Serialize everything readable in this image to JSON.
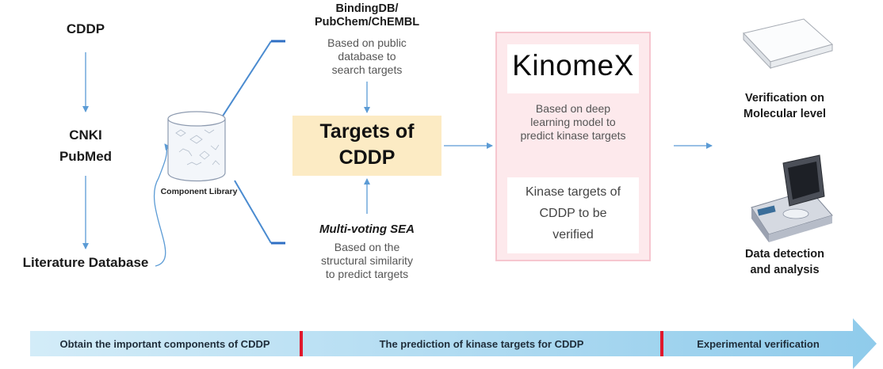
{
  "sources": {
    "cddp": "CDDP",
    "cnki": "CNKI",
    "pubmed": "PubMed",
    "literature_db": "Literature Database"
  },
  "component_library": "Component Library",
  "db_search": {
    "title_line1": "BindingDB/",
    "title_line2": "PubChem/ChEMBL",
    "desc_line1": "Based on public",
    "desc_line2": "database to",
    "desc_line3": "search targets"
  },
  "targets": {
    "line1": "Targets of",
    "line2": "CDDP"
  },
  "sea": {
    "title": "Multi-voting SEA",
    "desc_line1": "Based on the",
    "desc_line2": "structural similarity",
    "desc_line3": "to predict targets"
  },
  "kinomex": {
    "title": "KinomeX",
    "desc_line1": "Based on deep",
    "desc_line2": "learning model to",
    "desc_line3": "predict kinase targets",
    "result_line1": "Kinase targets of",
    "result_line2": "CDDP to be",
    "result_line3": "verified"
  },
  "verification": {
    "molecular_line1": "Verification on",
    "molecular_line2": "Molecular level",
    "detection_line1": "Data detection",
    "detection_line2": "and analysis"
  },
  "timeline": {
    "stage1": "Obtain the important components of CDDP",
    "stage2": "The prediction of kinase targets for CDDP",
    "stage3": "Experimental verification"
  },
  "colors": {
    "flow_blue": "#5b9bd5",
    "timeline_blue": "#a9d6ee",
    "divider_red": "#e0182d",
    "targets_fill": "#fcebc4",
    "kinomex_panel": "#fde9ec"
  }
}
